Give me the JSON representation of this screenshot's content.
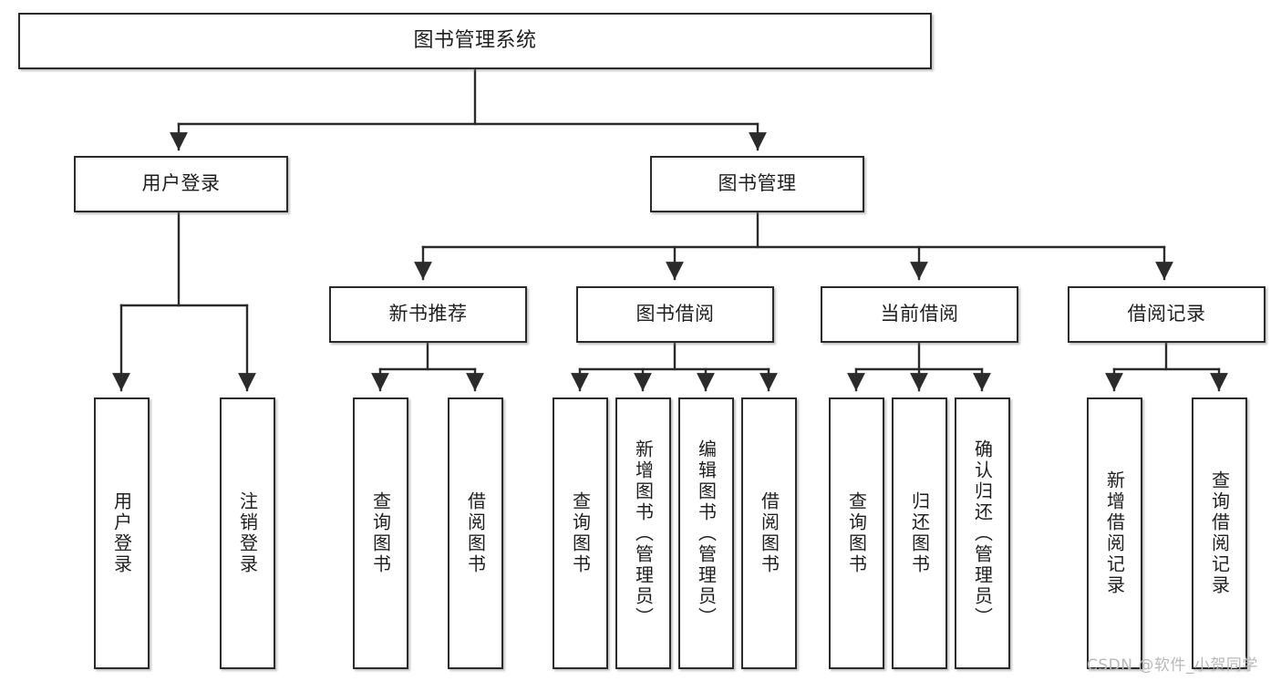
{
  "diagram": {
    "type": "tree-hierarchy-chart",
    "title": "图书管理系统",
    "watermark": "CSDN @软件_小贺同学",
    "colors": {
      "box_border": "#2b2b2b",
      "box_fill": "#ffffff",
      "connector": "#2b2b2b",
      "text": "#1f1f1f",
      "watermark": "#b9b9b9",
      "background": "#ffffff"
    },
    "levels": {
      "root": "图书管理系统",
      "level2": [
        "用户登录",
        "图书管理"
      ],
      "level3": [
        "新书推荐",
        "图书借阅",
        "当前借阅",
        "借阅记录"
      ]
    },
    "nodes": {
      "root": {
        "label": "图书管理系统"
      },
      "user_login": {
        "label": "用户登录"
      },
      "book_manage": {
        "label": "图书管理"
      },
      "new_book_rec": {
        "label": "新书推荐"
      },
      "book_borrow": {
        "label": "图书借阅"
      },
      "current_borrow": {
        "label": "当前借阅"
      },
      "borrow_record": {
        "label": "借阅记录"
      },
      "leaf_user_login": {
        "label": "用户登录"
      },
      "leaf_logout": {
        "label": "注销登录"
      },
      "leaf_query_book_a": {
        "label": "查询图书"
      },
      "leaf_borrow_book_a": {
        "label": "借阅图书"
      },
      "leaf_query_book_b": {
        "label": "查询图书"
      },
      "leaf_add_book": {
        "label": "新增图书（管理员）"
      },
      "leaf_edit_book": {
        "label": "编辑图书（管理员）"
      },
      "leaf_borrow_book_b": {
        "label": "借阅图书"
      },
      "leaf_query_book_c": {
        "label": "查询图书"
      },
      "leaf_return_book": {
        "label": "归还图书"
      },
      "leaf_confirm_return": {
        "label": "确认归还（管理员）"
      },
      "leaf_add_record": {
        "label": "新增借阅记录"
      },
      "leaf_query_record": {
        "label": "查询借阅记录"
      }
    },
    "tree": [
      {
        "label": "图书管理系统",
        "children": [
          {
            "label": "用户登录",
            "children": [
              {
                "label": "用户登录"
              },
              {
                "label": "注销登录"
              }
            ]
          },
          {
            "label": "图书管理",
            "children": [
              {
                "label": "新书推荐",
                "children": [
                  {
                    "label": "查询图书"
                  },
                  {
                    "label": "借阅图书"
                  }
                ]
              },
              {
                "label": "图书借阅",
                "children": [
                  {
                    "label": "查询图书"
                  },
                  {
                    "label": "新增图书（管理员）"
                  },
                  {
                    "label": "编辑图书（管理员）"
                  },
                  {
                    "label": "借阅图书"
                  }
                ]
              },
              {
                "label": "当前借阅",
                "children": [
                  {
                    "label": "查询图书"
                  },
                  {
                    "label": "归还图书"
                  },
                  {
                    "label": "确认归还（管理员）"
                  }
                ]
              },
              {
                "label": "借阅记录",
                "children": [
                  {
                    "label": "新增借阅记录"
                  },
                  {
                    "label": "查询借阅记录"
                  }
                ]
              }
            ]
          }
        ]
      }
    ]
  }
}
